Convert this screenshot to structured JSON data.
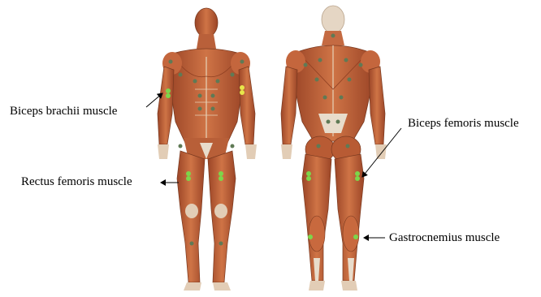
{
  "labels": {
    "biceps_brachii": "Biceps brachii muscle",
    "rectus_femoris": "Rectus femoris muscle",
    "biceps_femoris": "Biceps femoris muscle",
    "gastrocnemius": "Gastrocnemius muscle"
  },
  "colors": {
    "muscle": "#c0623a",
    "muscle_dark": "#8e3f22",
    "tendon": "#e8dccb",
    "skin_light": "#e7d2bf",
    "electrode_gray": "#6f8a63",
    "electrode_green": "#7cd64a",
    "electrode_yellow": "#e7e64a",
    "text": "#000000"
  },
  "icons": {
    "front_figure": "human-anterior-muscle-figure",
    "back_figure": "human-posterior-muscle-figure"
  }
}
